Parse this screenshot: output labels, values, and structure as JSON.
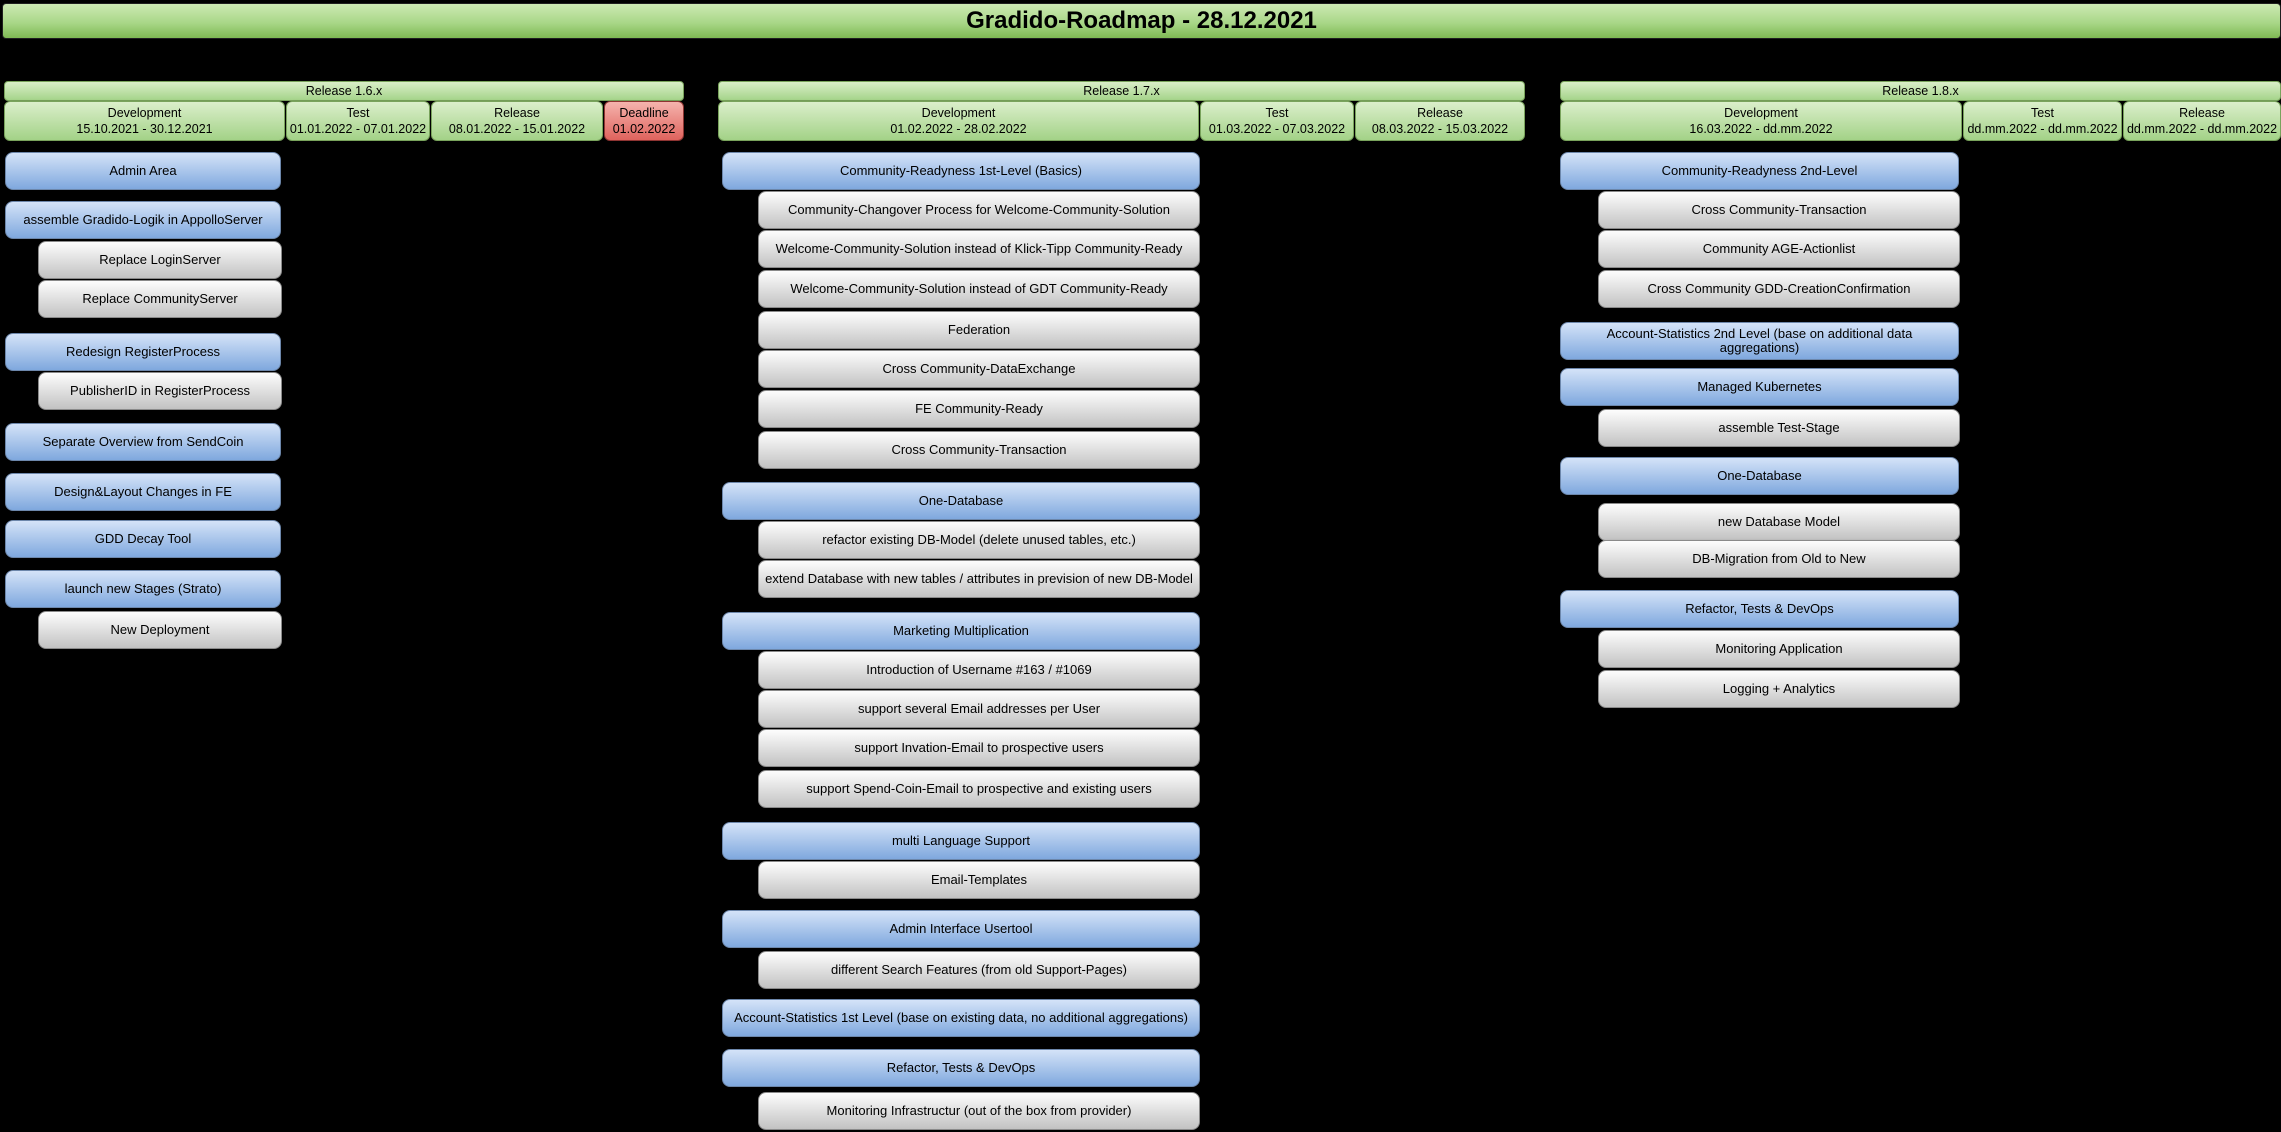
{
  "title": "Gradido-Roadmap - 28.12.2021",
  "colors": {
    "background": "#000000",
    "release_green_top": "#d9eec8",
    "release_green_bottom": "#a3d287",
    "deadline_red_top": "#f5b3ad",
    "deadline_red_bottom": "#df635d",
    "feature_blue_top": "#d4e3f8",
    "feature_blue_bottom": "#7fa8de",
    "task_gray_top": "#fdfdfd",
    "task_gray_bottom": "#c2c2c2"
  },
  "columns": [
    {
      "release": "Release 1.6.x",
      "phases": [
        {
          "name": "Development",
          "dates": "15.10.2021 - 30.12.2021"
        },
        {
          "name": "Test",
          "dates": "01.01.2022 - 07.01.2022"
        },
        {
          "name": "Release",
          "dates": "08.01.2022 - 15.01.2022"
        },
        {
          "name": "Deadline",
          "dates": "01.02.2022"
        }
      ],
      "items": [
        {
          "kind": "feature",
          "label": "Admin Area"
        },
        {
          "kind": "feature",
          "label": "assemble Gradido-Logik in AppolloServer"
        },
        {
          "kind": "task",
          "label": "Replace LoginServer"
        },
        {
          "kind": "task",
          "label": "Replace CommunityServer"
        },
        {
          "kind": "feature",
          "label": "Redesign RegisterProcess"
        },
        {
          "kind": "task",
          "label": "PublisherID in RegisterProcess"
        },
        {
          "kind": "feature",
          "label": "Separate Overview from SendCoin"
        },
        {
          "kind": "feature",
          "label": "Design&Layout Changes in FE"
        },
        {
          "kind": "feature",
          "label": "GDD Decay Tool"
        },
        {
          "kind": "feature",
          "label": "launch new Stages (Strato)"
        },
        {
          "kind": "task",
          "label": "New Deployment"
        }
      ]
    },
    {
      "release": "Release 1.7.x",
      "phases": [
        {
          "name": "Development",
          "dates": "01.02.2022 - 28.02.2022"
        },
        {
          "name": "Test",
          "dates": "01.03.2022 - 07.03.2022"
        },
        {
          "name": "Release",
          "dates": "08.03.2022 - 15.03.2022"
        }
      ],
      "items": [
        {
          "kind": "feature",
          "label": "Community-Readyness 1st-Level (Basics)"
        },
        {
          "kind": "task",
          "label": "Community-Changover Process for Welcome-Community-Solution"
        },
        {
          "kind": "task",
          "label": "Welcome-Community-Solution instead of Klick-Tipp Community-Ready"
        },
        {
          "kind": "task",
          "label": "Welcome-Community-Solution instead of GDT Community-Ready"
        },
        {
          "kind": "task",
          "label": "Federation"
        },
        {
          "kind": "task",
          "label": "Cross Community-DataExchange"
        },
        {
          "kind": "task",
          "label": "FE Community-Ready"
        },
        {
          "kind": "task",
          "label": "Cross Community-Transaction"
        },
        {
          "kind": "feature",
          "label": "One-Database"
        },
        {
          "kind": "task",
          "label": "refactor existing DB-Model (delete unused tables, etc.)"
        },
        {
          "kind": "task",
          "label": "extend Database with new tables / attributes in prevision of new DB-Model"
        },
        {
          "kind": "feature",
          "label": "Marketing Multiplication"
        },
        {
          "kind": "task",
          "label": "Introduction of Username #163 / #1069"
        },
        {
          "kind": "task",
          "label": "support several Email addresses per User"
        },
        {
          "kind": "task",
          "label": "support Invation-Email to prospective users"
        },
        {
          "kind": "task",
          "label": "support Spend-Coin-Email to prospective and existing users"
        },
        {
          "kind": "feature",
          "label": "multi Language Support"
        },
        {
          "kind": "task",
          "label": "Email-Templates"
        },
        {
          "kind": "feature",
          "label": "Admin Interface Usertool"
        },
        {
          "kind": "task",
          "label": "different Search Features (from old Support-Pages)"
        },
        {
          "kind": "feature",
          "label": "Account-Statistics 1st Level (base on existing data, no additional aggregations)"
        },
        {
          "kind": "feature",
          "label": "Refactor, Tests & DevOps"
        },
        {
          "kind": "task",
          "label": "Monitoring Infrastructur (out of the box from provider)"
        }
      ]
    },
    {
      "release": "Release 1.8.x",
      "phases": [
        {
          "name": "Development",
          "dates": "16.03.2022 - dd.mm.2022"
        },
        {
          "name": "Test",
          "dates": "dd.mm.2022 - dd.mm.2022"
        },
        {
          "name": "Release",
          "dates": "dd.mm.2022 - dd.mm.2022"
        }
      ],
      "items": [
        {
          "kind": "feature",
          "label": "Community-Readyness 2nd-Level"
        },
        {
          "kind": "task",
          "label": "Cross Community-Transaction"
        },
        {
          "kind": "task",
          "label": "Community AGE-Actionlist"
        },
        {
          "kind": "task",
          "label": "Cross Community GDD-CreationConfirmation"
        },
        {
          "kind": "feature",
          "label": "Account-Statistics 2nd Level (base on additional data aggregations)"
        },
        {
          "kind": "feature",
          "label": "Managed Kubernetes"
        },
        {
          "kind": "task",
          "label": "assemble Test-Stage"
        },
        {
          "kind": "feature",
          "label": "One-Database"
        },
        {
          "kind": "task",
          "label": "new Database Model"
        },
        {
          "kind": "task",
          "label": "DB-Migration from Old to New"
        },
        {
          "kind": "feature",
          "label": "Refactor, Tests & DevOps"
        },
        {
          "kind": "task",
          "label": "Monitoring Application"
        },
        {
          "kind": "task",
          "label": "Logging + Analytics"
        }
      ]
    }
  ]
}
